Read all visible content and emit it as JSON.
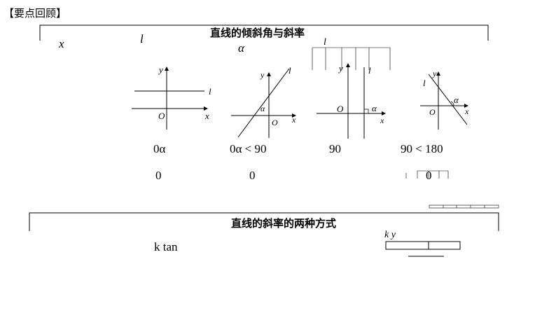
{
  "header": {
    "label": "【要点回顾】"
  },
  "section1": {
    "title": "直线的倾斜角与斜率",
    "labels": {
      "x": "x",
      "l1": "l",
      "alpha": "α",
      "l2": "l"
    },
    "graphs": [
      {
        "y": "y",
        "x": "x",
        "o": "O",
        "l": "l"
      },
      {
        "y": "y",
        "x": "x",
        "o": "O",
        "l": "l",
        "alpha": "α"
      },
      {
        "y": "y",
        "x": "x",
        "o": "O",
        "l": "l",
        "alpha": "α"
      },
      {
        "y": "y",
        "x": "x",
        "o": "O",
        "l": "l",
        "alpha": "α"
      }
    ],
    "angles": [
      "0α",
      "0α  <  90",
      "90",
      "90  <  180"
    ],
    "slopes": [
      "0",
      "0",
      "0"
    ]
  },
  "section2": {
    "title": "直线的斜率的两种方式",
    "formula1": "k tan",
    "formula2": "k  y"
  },
  "colors": {
    "accent_red": "#e03030"
  }
}
